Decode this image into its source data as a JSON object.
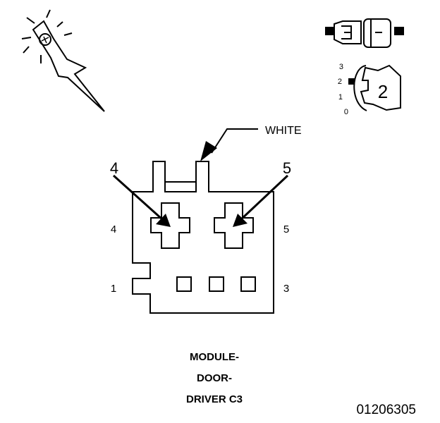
{
  "wire_color_label": "WHITE",
  "callouts": {
    "left": "4",
    "right": "5"
  },
  "pins": {
    "top_left": "4",
    "top_right": "5",
    "bottom_left": "1",
    "bottom_right": "3"
  },
  "lock_scale": {
    "labels": [
      "3",
      "2",
      "1",
      "0"
    ],
    "value": "2"
  },
  "title_lines": [
    "MODULE-",
    "DOOR-",
    "DRIVER C3"
  ],
  "figure_number": "01206305"
}
